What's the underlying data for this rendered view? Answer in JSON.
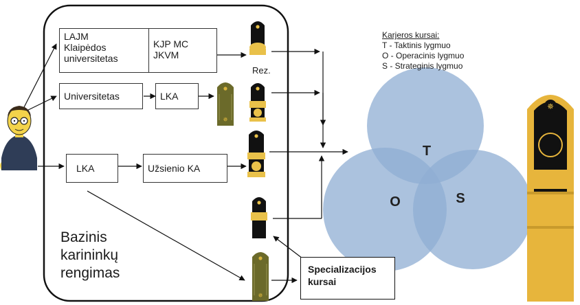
{
  "boxes": {
    "lajm": "LAJM\nKlaipėdos\nuniversitetas",
    "kjp": "KJP MC\nJKVM",
    "universitetas": "Universitetas",
    "lka1": "LKA",
    "lka2": "LKA",
    "uzsienio": "Užsienio KA"
  },
  "rez_label": "Rez.",
  "bazinis": "Bazinis\nkarininkų\nrengimas",
  "specializacijos": "Specializacijos\nkursai",
  "legend": {
    "title": "Karjeros kursai:",
    "items": [
      "T - Taktinis lygmuo",
      "O - Operacinis lygmuo",
      "S - Strateginis lygmuo"
    ]
  },
  "venn": {
    "t": "T",
    "o": "O",
    "s": "S"
  },
  "colors": {
    "circle_fill": "#8faed3",
    "shoulder_navy_base": "#111111",
    "shoulder_navy_stripe": "#e9c14a",
    "shoulder_army_base": "#6b6a2a",
    "shoulder_army_star": "#d9b43c"
  }
}
